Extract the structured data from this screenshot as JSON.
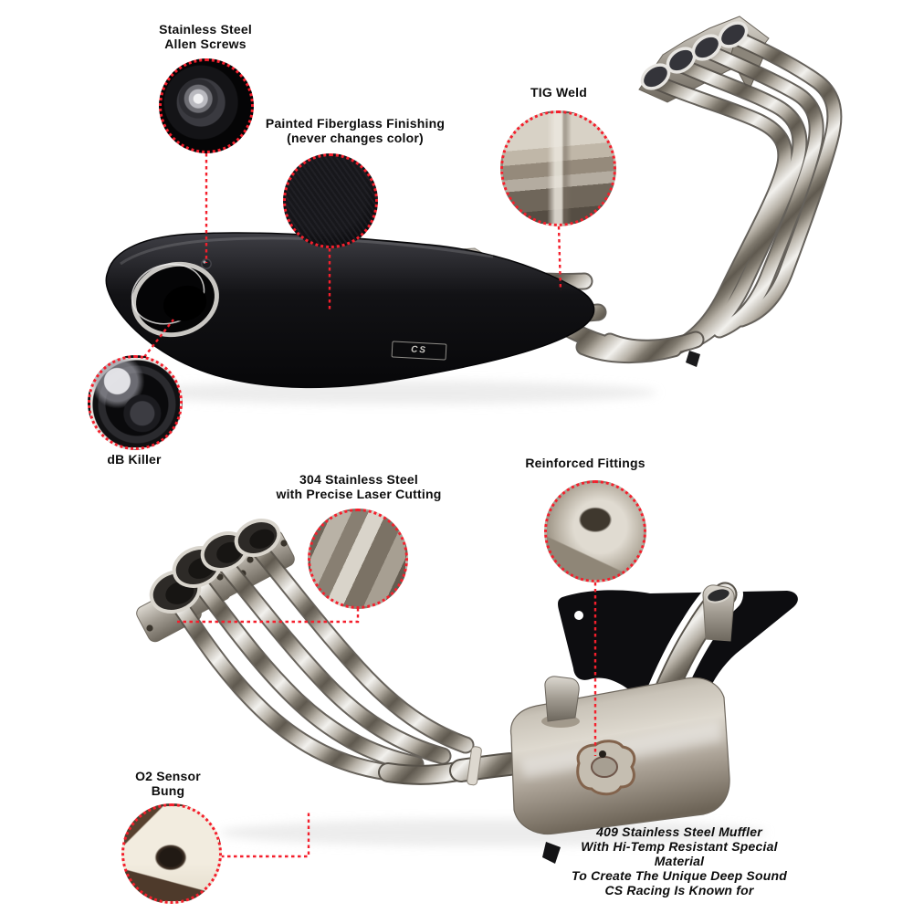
{
  "image_type": "annotated product diagram of a motorcycle full exhaust system",
  "colors": {
    "background": "#ffffff",
    "callout_red": "#f41f2c",
    "label_text": "#0d0d0d",
    "painted_muffler_black": "#0e0e10",
    "stainless_steel_light": "#f2f1ed",
    "stainless_steel_dark": "#5c564c"
  },
  "brand": {
    "logo_text": "CS"
  },
  "callouts": {
    "allen": {
      "label_line1": "Stainless Steel",
      "label_line2": "Allen Screws"
    },
    "fiberglass": {
      "label_line1": "Painted Fiberglass Finishing",
      "label_line2": "(never changes color)"
    },
    "tig": {
      "label_line1": "TIG Weld"
    },
    "db_killer": {
      "label_line1": "dB Killer"
    },
    "laser": {
      "label_line1": "304 Stainless Steel",
      "label_line2": "with Precise Laser Cutting"
    },
    "fittings": {
      "label_line1": "Reinforced Fittings"
    },
    "o2": {
      "label_line1": "O2 Sensor",
      "label_line2": "Bung"
    }
  },
  "footer_note": {
    "line1": "409 Stainless Steel Muffler",
    "line2": "With Hi-Temp Resistant Special Material",
    "line3": "To Create The Unique Deep Sound",
    "line4": "CS Racing Is Known for"
  }
}
